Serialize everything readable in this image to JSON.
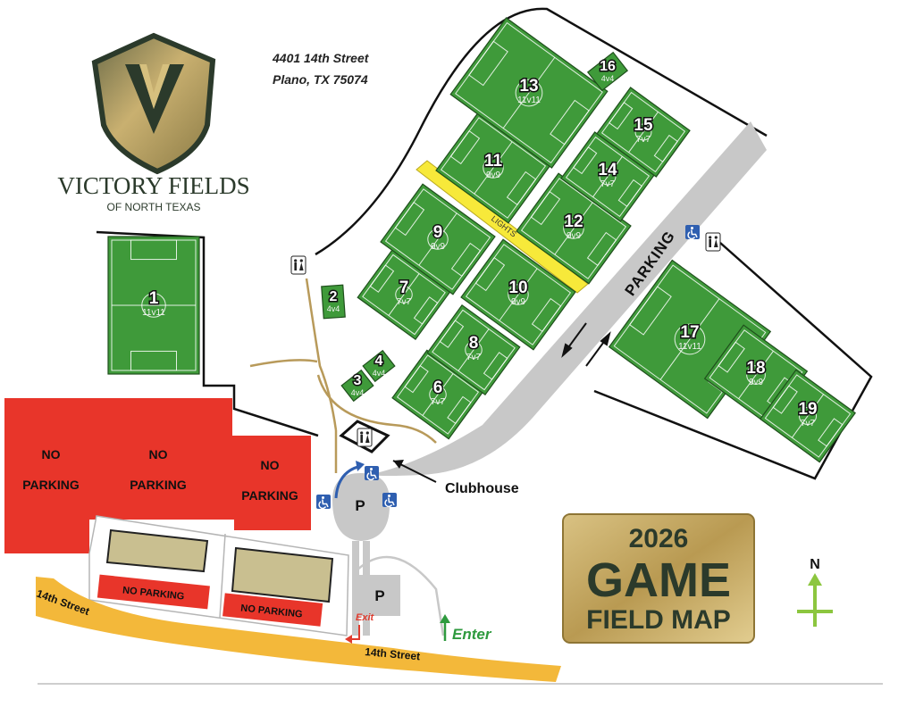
{
  "brand": {
    "name": "VICTORY FIELDS",
    "subtitle": "OF NORTH TEXAS",
    "logo_icon": "shield-v-logo"
  },
  "address": {
    "line1": "4401 14th Street",
    "line2": "Plano, TX 75074"
  },
  "fields": [
    {
      "number": "1",
      "type": "11v11"
    },
    {
      "number": "2",
      "type": "4v4"
    },
    {
      "number": "3",
      "type": "4v4"
    },
    {
      "number": "4",
      "type": "4v4"
    },
    {
      "number": "6",
      "type": "7v7"
    },
    {
      "number": "7",
      "type": "7v7"
    },
    {
      "number": "8",
      "type": "7v7"
    },
    {
      "number": "9",
      "type": "9v9"
    },
    {
      "number": "10",
      "type": "9v9"
    },
    {
      "number": "11",
      "type": "9v9"
    },
    {
      "number": "12",
      "type": "9v9"
    },
    {
      "number": "13",
      "type": "11v11"
    },
    {
      "number": "14",
      "type": "7v7"
    },
    {
      "number": "15",
      "type": "7v7"
    },
    {
      "number": "16",
      "type": "4v4"
    },
    {
      "number": "17",
      "type": "11v11"
    },
    {
      "number": "18",
      "type": "9v9"
    },
    {
      "number": "19",
      "type": "7v7"
    }
  ],
  "labels": {
    "lights": "LIGHTS",
    "parking": "PARKING",
    "clubhouse": "Clubhouse",
    "parking_lot": "P",
    "no_parking_1": "NO",
    "no_parking_2": "PARKING",
    "no_parking_strip": "NO PARKING",
    "street": "14th Street",
    "exit": "Exit",
    "enter": "Enter",
    "north": "N"
  },
  "badge": {
    "year": "2026",
    "title": "GAME",
    "subtitle": "FIELD MAP"
  },
  "icons": [
    "restroom-icon",
    "accessible-parking-icon",
    "north-arrow-icon",
    "traffic-arrow-icon"
  ],
  "colors": {
    "field_green": "#3f9a3a",
    "no_parking_red": "#e8352a",
    "street_yellow": "#f3b83a",
    "lights_yellow": "#f7e93a",
    "parking_gray": "#c8c8c8",
    "path_tan": "#b89a5a",
    "brand_green": "#2b3a2b",
    "badge_gold": "#b89a55",
    "accessible_blue": "#2f5fb0",
    "exit_red": "#e03b2e",
    "enter_green": "#2e9a3e"
  }
}
